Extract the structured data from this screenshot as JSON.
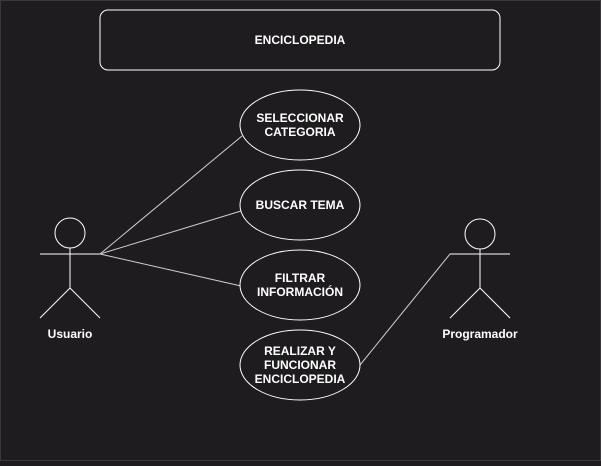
{
  "diagram": {
    "system": {
      "title": "ENCICLOPEDIA"
    },
    "actors": [
      {
        "id": "usuario",
        "label": "Usuario"
      },
      {
        "id": "programador",
        "label": "Programador"
      }
    ],
    "use_cases": [
      {
        "id": "seleccionar-categoria",
        "lines": [
          "SELECCIONAR",
          "CATEGORIA"
        ]
      },
      {
        "id": "buscar-tema",
        "lines": [
          "BUSCAR TEMA"
        ]
      },
      {
        "id": "filtrar-informacion",
        "lines": [
          "FILTRAR",
          "INFORMACIÓN"
        ]
      },
      {
        "id": "realizar-y-funcionar-enciclopedia",
        "lines": [
          "REALIZAR Y",
          "FUNCIONAR",
          "ENCICLOPEDIA"
        ]
      }
    ],
    "associations": [
      {
        "actor": "usuario",
        "use_case": "seleccionar-categoria"
      },
      {
        "actor": "usuario",
        "use_case": "buscar-tema"
      },
      {
        "actor": "usuario",
        "use_case": "filtrar-informacion"
      },
      {
        "actor": "programador",
        "use_case": "realizar-y-funcionar-enciclopedia"
      }
    ],
    "colors": {
      "background": "#1e1c1e",
      "stroke": "#ffffff",
      "edge": "#d0d0d0",
      "text": "#ffffff"
    }
  }
}
